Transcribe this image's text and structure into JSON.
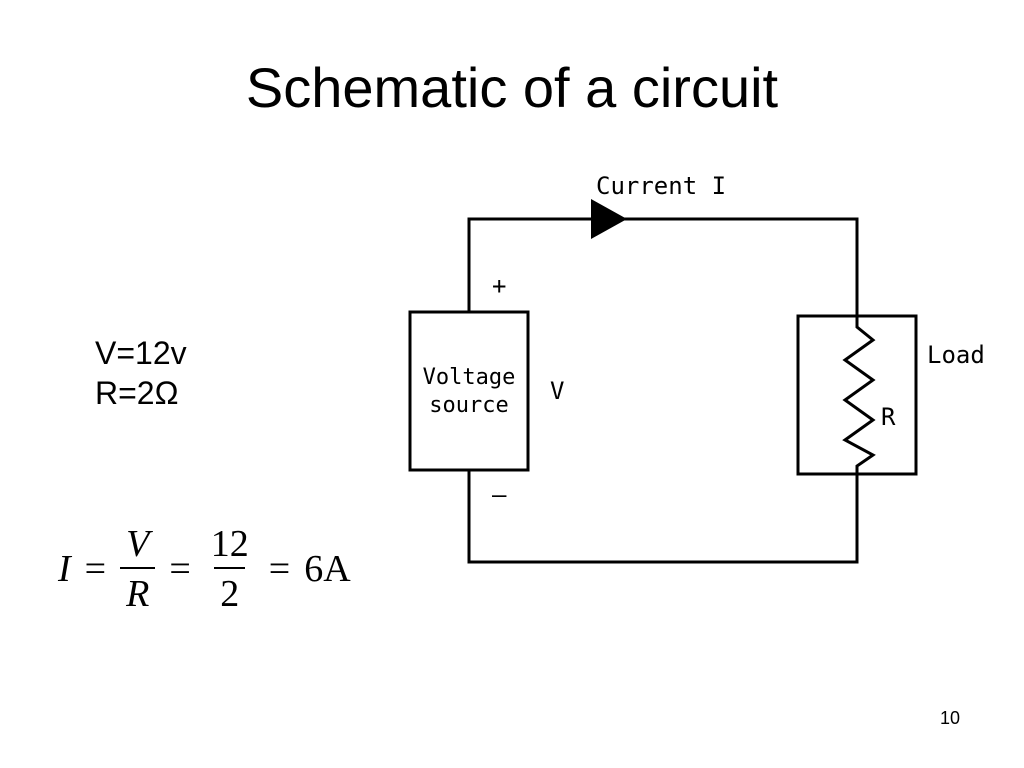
{
  "slide": {
    "title": "Schematic of a circuit",
    "page_number": "10"
  },
  "given": {
    "voltage": "V=12v",
    "resistance": "R=2Ω"
  },
  "formula": {
    "lhs": "I",
    "eq1": "=",
    "frac1_num": "V",
    "frac1_den": "R",
    "eq2": "=",
    "frac2_num": "12",
    "frac2_den": "2",
    "eq3": "=",
    "result": "6A"
  },
  "circuit": {
    "current_label": "Current I",
    "plus_label": "+",
    "minus_label": "–",
    "source_label_line1": "Voltage",
    "source_label_line2": "source",
    "source_voltage_label": "V",
    "load_label": "Load",
    "resistor_label": "R"
  }
}
